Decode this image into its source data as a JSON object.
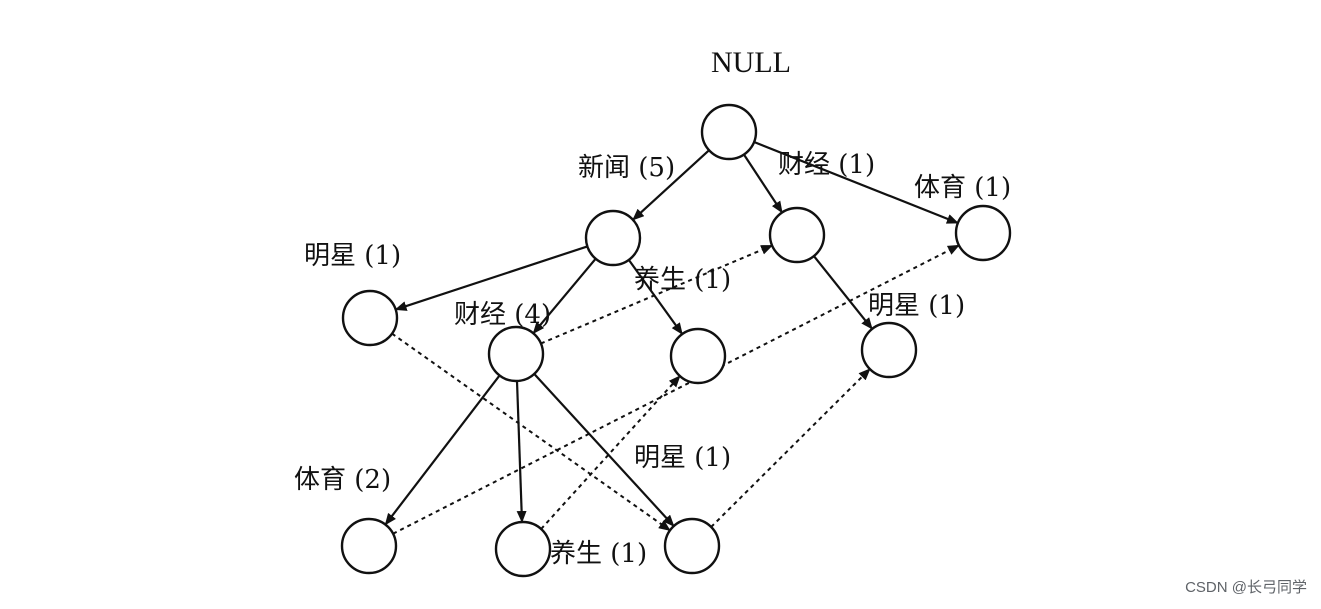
{
  "diagram": {
    "root_label": "NULL",
    "nodes": [
      {
        "id": "root",
        "label": ""
      },
      {
        "id": "news",
        "label": "新闻 (5)"
      },
      {
        "id": "finance_top",
        "label": "财经 (1)"
      },
      {
        "id": "sports_top",
        "label": "体育 (1)"
      },
      {
        "id": "star_left",
        "label": "明星 (1)"
      },
      {
        "id": "health_mid",
        "label": "养生 (1)"
      },
      {
        "id": "finance_mid",
        "label": "财经 (4)"
      },
      {
        "id": "star_right",
        "label": "明星 (1)"
      },
      {
        "id": "sports_bottom",
        "label": "体育 (2)"
      },
      {
        "id": "health_bottom",
        "label": "养生 (1)"
      },
      {
        "id": "star_bottom",
        "label": "明星 (1)"
      }
    ],
    "edges": [
      {
        "from": "root",
        "to": "news",
        "style": "solid"
      },
      {
        "from": "root",
        "to": "finance_top",
        "style": "solid"
      },
      {
        "from": "root",
        "to": "sports_top",
        "style": "solid"
      },
      {
        "from": "news",
        "to": "star_left",
        "style": "solid"
      },
      {
        "from": "news",
        "to": "finance_mid",
        "style": "solid"
      },
      {
        "from": "news",
        "to": "health_mid",
        "style": "solid"
      },
      {
        "from": "finance_top",
        "to": "star_right",
        "style": "solid"
      },
      {
        "from": "finance_mid",
        "to": "sports_bottom",
        "style": "solid"
      },
      {
        "from": "finance_mid",
        "to": "health_bottom",
        "style": "solid"
      },
      {
        "from": "finance_mid",
        "to": "star_bottom",
        "style": "solid"
      },
      {
        "from": "star_left",
        "to": "star_bottom",
        "style": "dashed"
      },
      {
        "from": "finance_mid",
        "to": "finance_top",
        "style": "dashed"
      },
      {
        "from": "sports_bottom",
        "to": "sports_top",
        "style": "dashed"
      },
      {
        "from": "health_bottom",
        "to": "health_mid",
        "style": "dashed"
      },
      {
        "from": "star_bottom",
        "to": "star_right",
        "style": "dashed"
      }
    ]
  },
  "watermark": "CSDN @长弓同学",
  "colors": {
    "ink": "#111111",
    "background": "#ffffff",
    "watermark": "#5f6368"
  }
}
